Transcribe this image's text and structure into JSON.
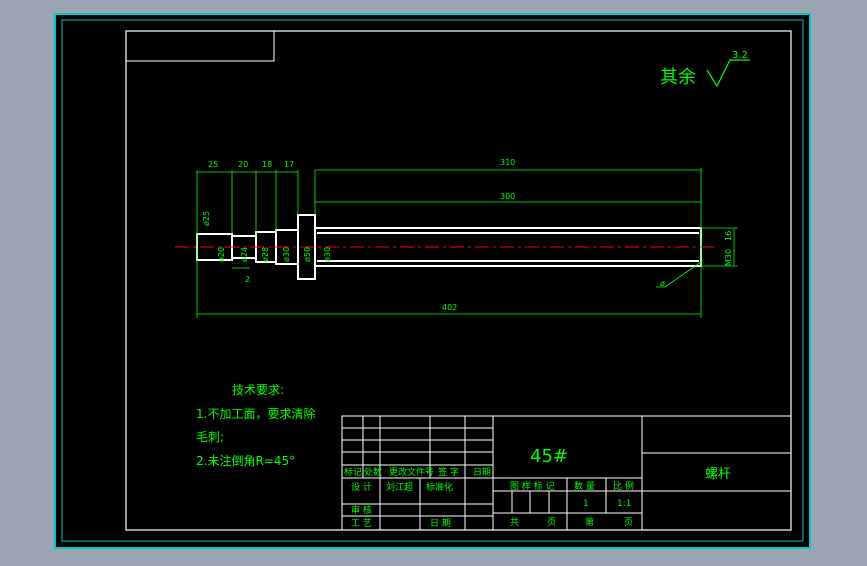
{
  "colors": {
    "frame": "#00c8c8",
    "border": "#ffffff",
    "dim": "#00ff00",
    "part": "#ffffff",
    "centerline": "#ff0000",
    "text": "#00ff00",
    "background": "#000000"
  },
  "roughness": {
    "label": "其余",
    "value": "3.2"
  },
  "dims": {
    "d25": "25",
    "d20": "20",
    "d18": "18",
    "d17": "17",
    "d310": "310",
    "d300": "300",
    "d402": "402",
    "phi25": "ø25",
    "phi20": "ø20",
    "phi24": "ø24",
    "phi28": "ø28",
    "phi30": "ø30",
    "phi50": "ø50",
    "phi30b": "ø30",
    "m30": "M30",
    "m30n": "16",
    "two": "2",
    "phi_small": "ø"
  },
  "notes": {
    "title": "技术要求:",
    "line1": "1.不加工面，要求清除",
    "line2": "毛刺;",
    "line3": "2.未注倒角R=45°"
  },
  "title_block": {
    "material": "45#",
    "part_name": "螺杆",
    "row_headers": [
      "标记",
      "处数",
      "更改文件号",
      "签 字",
      "日期"
    ],
    "design_label": "设 计",
    "designer": "刘江超",
    "standard_label": "标准化",
    "review_label": "审 核",
    "process_label": "工 艺",
    "date_label": "日 期",
    "stage_label": "图 样 标 记",
    "qty_label": "数 量",
    "scale_label": "比 例",
    "qty_value": "1",
    "scale_value": "1:1",
    "total_label": "共",
    "sheet_unit_1": "页",
    "sheet_label": "第",
    "sheet_unit_2": "页"
  }
}
